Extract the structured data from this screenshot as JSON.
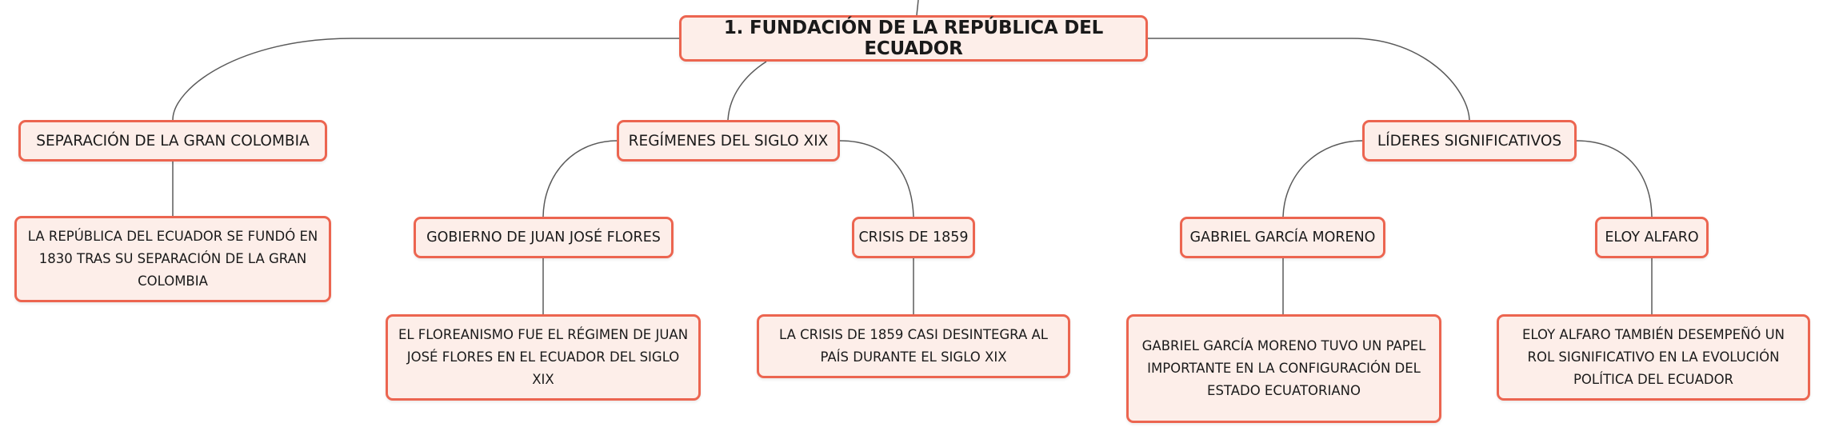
{
  "diagram": {
    "root": {
      "label": "1. FUNDACIÓN DE LA REPÚBLICA DEL ECUADOR"
    },
    "branches": [
      {
        "label": "SEPARACIÓN DE LA GRAN COLOMBIA",
        "detail": "LA REPÚBLICA DEL ECUADOR SE FUNDÓ EN 1830 TRAS SU SEPARACIÓN DE LA GRAN COLOMBIA"
      },
      {
        "label": "REGÍMENES DEL SIGLO XIX",
        "children": [
          {
            "label": "GOBIERNO DE JUAN JOSÉ FLORES",
            "detail": "EL FLOREANISMO FUE EL RÉGIMEN DE JUAN JOSÉ FLORES EN EL ECUADOR DEL SIGLO XIX"
          },
          {
            "label": "CRISIS DE 1859",
            "detail": "LA CRISIS DE 1859 CASI DESINTEGRA AL PAÍS DURANTE EL SIGLO XIX"
          }
        ]
      },
      {
        "label": "LÍDERES SIGNIFICATIVOS",
        "children": [
          {
            "label": "GABRIEL GARCÍA MORENO",
            "detail": "GABRIEL GARCÍA MORENO TUVO UN PAPEL IMPORTANTE EN LA CONFIGURACIÓN DEL ESTADO ECUATORIANO"
          },
          {
            "label": "ELOY ALFARO",
            "detail": "ELOY ALFARO TAMBIÉN DESEMPEÑÓ UN ROL SIGNIFICATIVO EN LA EVOLUCIÓN POLÍTICA DEL ECUADOR"
          }
        ]
      }
    ]
  },
  "colors": {
    "node_border": "#ec6550",
    "node_fill": "#fdeee9",
    "connector": "#5a5a5a",
    "text": "#1a1a1a"
  }
}
